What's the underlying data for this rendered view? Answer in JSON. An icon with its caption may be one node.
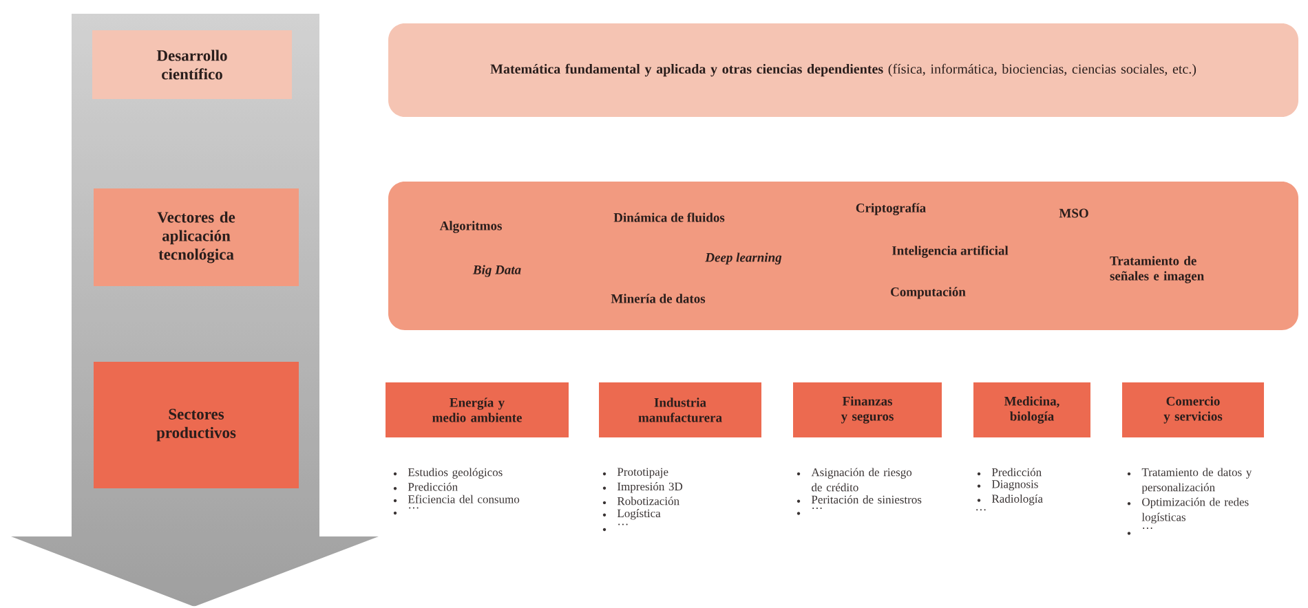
{
  "diagram": {
    "nodes": [
      {
        "text": [
          "Desarrollo científico"
        ]
      },
      {
        "text": [
          "Vectores de aplicación tecnológica"
        ]
      },
      {
        "text": [
          "Sectores productivos"
        ]
      },
      {
        "text": [
          "**Matemática fundamental y aplicada y otras ciencias dependientes** (física, informática, biociencias, ciencias sociales, etc.)"
        ]
      },
      {
        "text": [
          "Algoritmos",
          "Dinámica de fluidos",
          "Criptografía",
          "MSO",
          "Big Data",
          "Deep learning",
          "Inteligencia artificial",
          "Tratamiento de señales e imagen",
          "Minería de datos",
          "Computación"
        ]
      },
      {
        "text": [
          "Energía y medio ambiente"
        ],
        "beside": [
          "Estudios geológicos",
          "Predicción",
          "Eficiencia del consumo",
          "…"
        ]
      },
      {
        "text": [
          "Industria manufacturera"
        ],
        "beside": [
          "Prototipaje",
          "Impresión 3D",
          "Robotización",
          "Logística",
          "…"
        ]
      },
      {
        "text": [
          "Finanzas y seguros"
        ],
        "beside": [
          "Asignación de riesgo de crédito",
          "Peritación de siniestros",
          "…"
        ]
      },
      {
        "text": [
          "Medicina, biología"
        ],
        "beside": [
          "Predicción",
          "Diagnosis",
          "Radiología",
          "…"
        ]
      },
      {
        "text": [
          "Comercio y servicios"
        ],
        "beside": [
          "Tratamiento de datos y personalización",
          "Optimización de redes logísticas",
          "…"
        ]
      }
    ]
  }
}
